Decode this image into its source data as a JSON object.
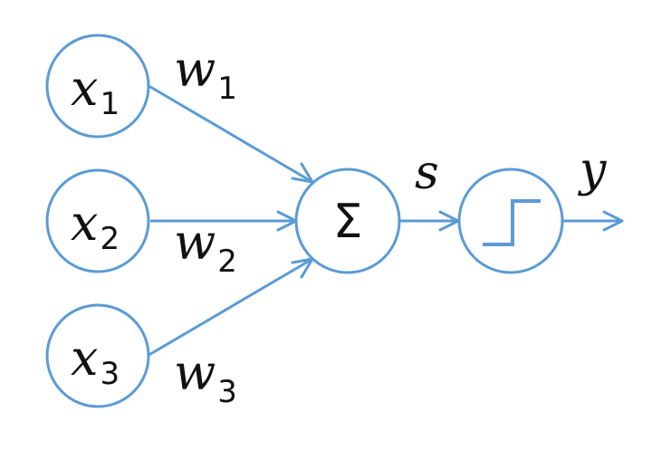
{
  "inputs": [
    {
      "symbol": "x",
      "index": "1"
    },
    {
      "symbol": "x",
      "index": "2"
    },
    {
      "symbol": "x",
      "index": "3"
    }
  ],
  "weights": [
    {
      "symbol": "w",
      "index": "1"
    },
    {
      "symbol": "w",
      "index": "2"
    },
    {
      "symbol": "w",
      "index": "3"
    }
  ],
  "sum_node": {
    "symbol": "Σ"
  },
  "sum_output": {
    "symbol": "s"
  },
  "activation_node": {
    "icon": "step-function-icon"
  },
  "output": {
    "symbol": "y"
  },
  "colors": {
    "stroke": "#5b9bd5",
    "text": "#111111",
    "background": "#ffffff"
  }
}
